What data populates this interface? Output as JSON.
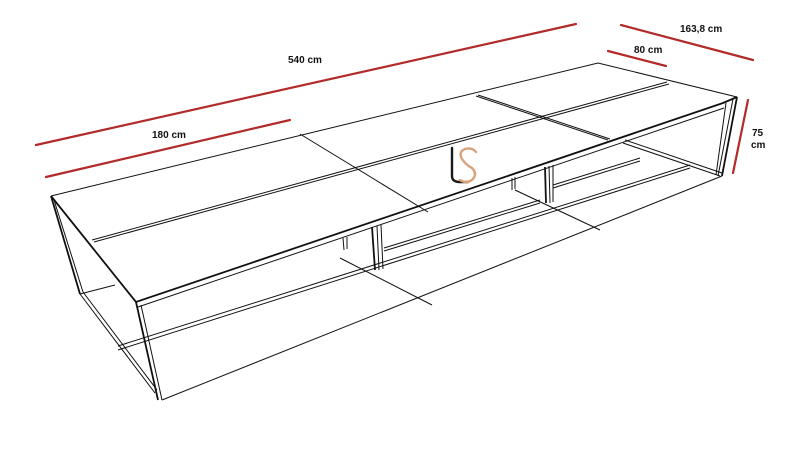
{
  "diagram": {
    "subject": "Rectangular conference table, isometric line drawing",
    "colors": {
      "dimension_line": "#b22a2a",
      "outline": "#111111",
      "logo_dark": "#1a1a1a",
      "logo_accent": "#d9a27a",
      "background": "#ffffff"
    },
    "dimensions": {
      "total_length": "540 cm",
      "module_length": "180 cm",
      "total_depth": "163,8 cm",
      "module_depth": "80 cm",
      "height_value": "75",
      "height_unit": "cm"
    },
    "logo": {
      "letters": [
        "l",
        "S"
      ]
    }
  }
}
